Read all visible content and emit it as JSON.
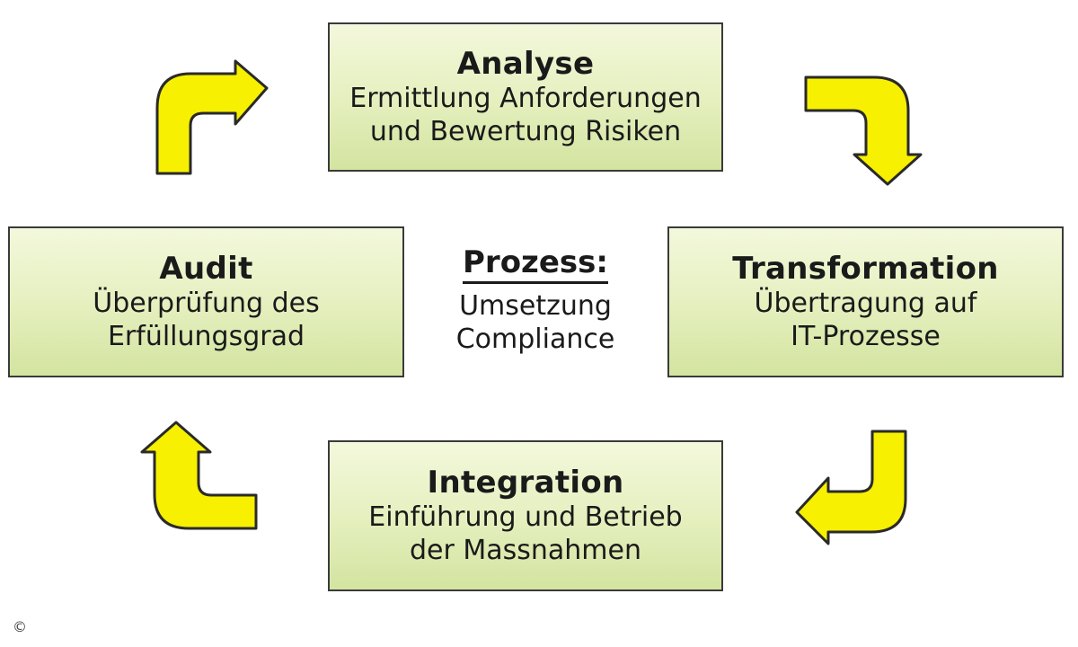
{
  "stages": {
    "analyse": {
      "title": "Analyse",
      "line1": "Ermittlung Anforderungen",
      "line2": "und Bewertung Risiken"
    },
    "transformation": {
      "title": "Transformation",
      "line1": "Übertragung auf",
      "line2": "IT-Prozesse"
    },
    "integration": {
      "title": "Integration",
      "line1": "Einführung und Betrieb",
      "line2": "der Massnahmen"
    },
    "audit": {
      "title": "Audit",
      "line1": "Überprüfung des",
      "line2": "Erfüllungsgrad"
    }
  },
  "center": {
    "title": "Prozess:",
    "line1": "Umsetzung",
    "line2": "Compliance"
  },
  "colors": {
    "box_fill": "#e4efbd",
    "box_border": "#3a3a3a",
    "arrow_fill": "#f7f000",
    "arrow_stroke": "#2a2a2a"
  },
  "icons": [
    "arrow-audit-to-analyse-icon",
    "arrow-analyse-to-transformation-icon",
    "arrow-transformation-to-integration-icon",
    "arrow-integration-to-audit-icon",
    "copyright-icon"
  ],
  "copyright_symbol": "©"
}
